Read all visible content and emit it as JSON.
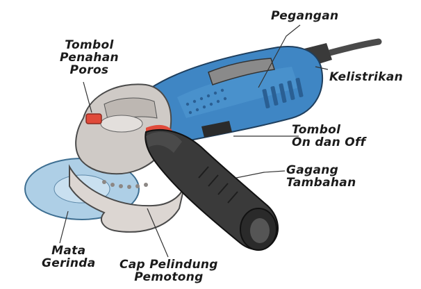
{
  "diagram": {
    "labels": {
      "pegangan": {
        "lines": [
          "Pegangan"
        ]
      },
      "tombol_penahan_poros": {
        "lines": [
          "Tombol",
          "Penahan",
          "Poros"
        ]
      },
      "kelistrikan": {
        "lines": [
          "Kelistrikan"
        ]
      },
      "tombol_on_off": {
        "lines": [
          "Tombol",
          "On dan Off"
        ]
      },
      "gagang_tambahan": {
        "lines": [
          "Gagang",
          "Tambahan"
        ]
      },
      "mata_gerinda": {
        "lines": [
          "Mata",
          "Gerinda"
        ]
      },
      "cap_pelindung_pemotong": {
        "lines": [
          "Cap Pelindung",
          "Pemotong"
        ]
      }
    },
    "colors": {
      "body_blue": "#3f86c4",
      "body_blue_dark": "#2a5f93",
      "guard_grey": "#d9d4d0",
      "handle_dark": "#2f2f2f",
      "disc_blue": "#aecfe6",
      "button_red": "#e04a3a",
      "cable": "#4a4a4a",
      "label_text": "#1b1b1b"
    }
  }
}
